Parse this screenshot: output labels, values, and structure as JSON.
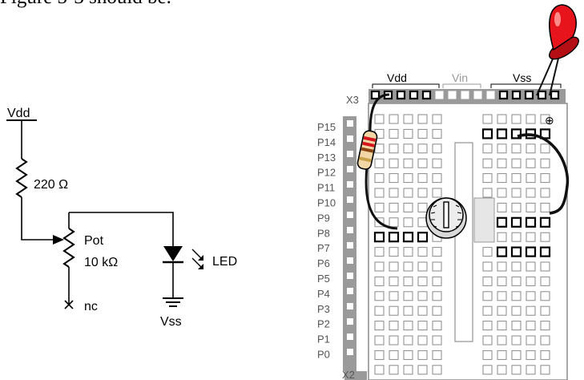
{
  "caption": "Figure 5-3 should be.",
  "schematic": {
    "supply_label": "Vdd",
    "resistor_label": "220 Ω",
    "pot_name": "Pot",
    "pot_value": "10 kΩ",
    "nc_label": "nc",
    "led_label": "LED",
    "ground_label": "Vss"
  },
  "breadboard": {
    "header_vdd": "Vdd",
    "header_vin": "Vin",
    "header_vss": "Vss",
    "x3_label": "X3",
    "x2_label": "X2",
    "plus_marker": "⊕",
    "pins": [
      "P15",
      "P14",
      "P13",
      "P12",
      "P11",
      "P10",
      "P9",
      "P8",
      "P7",
      "P6",
      "P5",
      "P4",
      "P3",
      "P2",
      "P1",
      "P0"
    ],
    "colors": {
      "led": "#e8141b",
      "led_highlight": "#ff8a8a",
      "resistor_body": "#f2d6a6",
      "band_1": "#d4161c",
      "band_2": "#d4161c",
      "band_3": "#8b4513",
      "band_4": "#c8a24b",
      "socket_strip": "#9a9a9a"
    }
  }
}
